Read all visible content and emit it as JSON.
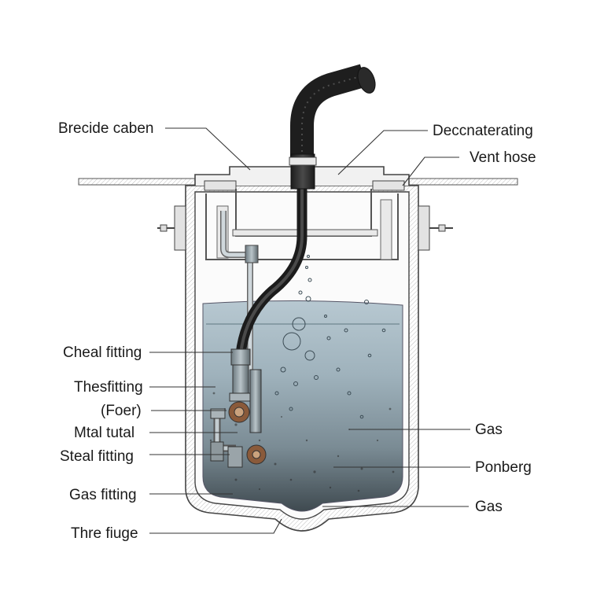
{
  "labels": {
    "brecide_caben": "Brecide caben",
    "decc": "Deccnaterating",
    "vent_hose": "Vent hose",
    "cheal_fitting": "Cheal fitting",
    "thesfitting": "Thesfitting",
    "foer": "(Foer)",
    "mtal_tutal": "Mtal tutal",
    "steal_fitting": "Steal fitting",
    "gas_fitting": "Gas fitting",
    "thre_fiuge": "Thre fiuge",
    "gas_1": "Gas",
    "ponberg": "Ponberg",
    "gas_2": "Gas"
  },
  "colors": {
    "liquid": "#9fb3bf",
    "liquid_deep": "#55646c",
    "hose": "#2b2b2b",
    "tank_wall": "#e6e6e6",
    "rust": "#8a5a3a"
  }
}
